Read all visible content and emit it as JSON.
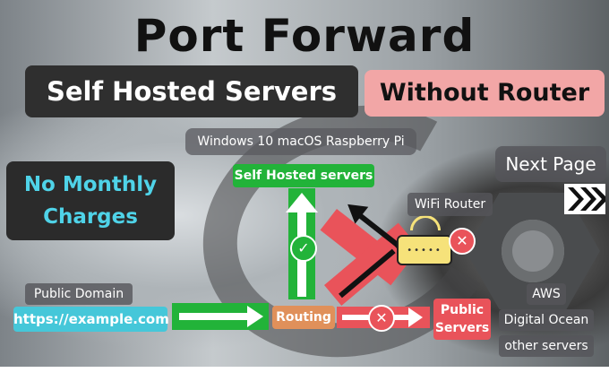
{
  "title": "Port Forward",
  "banners": {
    "self_hosted_servers": "Self Hosted Servers",
    "without_router": "Without Router",
    "no_monthly_charges_line1": "No Monthly",
    "no_monthly_charges_line2": "Charges"
  },
  "os_list": "Windows 10   macOS   Raspberry Pi",
  "next_page": "Next Page",
  "diagram": {
    "self_hosted_label": "Self Hosted servers",
    "wifi_router_label": "WiFi Router",
    "public_domain_label": "Public Domain",
    "domain_url": "https://example.com",
    "routing_label": "Routing",
    "public_servers_line1": "Public",
    "public_servers_line2": "Servers",
    "cloud_items": [
      "AWS",
      "Digital Ocean",
      "other servers"
    ]
  },
  "icons": {
    "check": "check-icon",
    "cross": "x-icon",
    "router": "router-icon",
    "chevrons": "double-chevron-icon"
  },
  "colors": {
    "green": "#22b339",
    "red": "#e9535a",
    "cyan": "#45c7d9",
    "orange": "#e0905a",
    "pink": "#f2a6a6",
    "dark": "#2f2f2f"
  }
}
